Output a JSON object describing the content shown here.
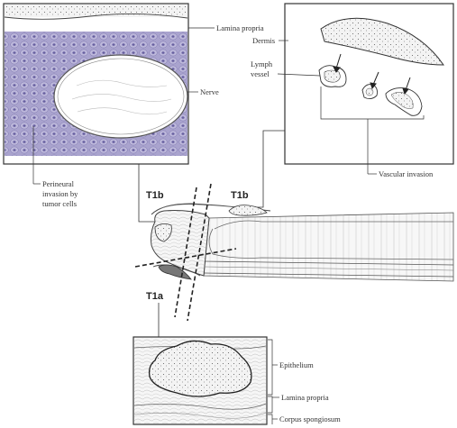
{
  "labels": {
    "lamina_propria_top": "Lamina propria",
    "nerve": "Nerve",
    "perineural_line1": "Perineural",
    "perineural_line2": "invasion by",
    "perineural_line3": "tumor cells",
    "dermis": "Dermis",
    "lymph_line1": "Lymph",
    "lymph_line2": "vessel",
    "vascular_invasion": "Vascular invasion",
    "stage_t1b_left": "T1b",
    "stage_t1b_right": "T1b",
    "stage_t1a": "T1a",
    "epithelium": "Epithelium",
    "lamina_propria_bottom": "Lamina propria",
    "corpus_spongiosum": "Corpus spongiosum"
  },
  "colors": {
    "tumor_cells": "#a49ecb",
    "tumor_nuclei": "#5e569a",
    "line": "#333333",
    "tissue": "#f4f4f4"
  }
}
